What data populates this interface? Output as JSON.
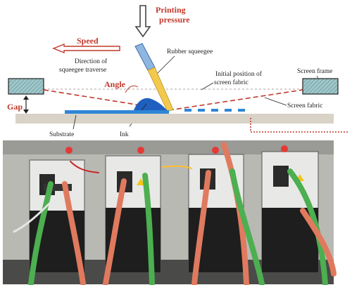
{
  "labels": {
    "printing_pressure": [
      "Printing",
      "pressure"
    ],
    "speed": "Speed",
    "direction": [
      "Direction of",
      "squeegee traverse"
    ],
    "rubber_squeegee": "Rubber squeegee",
    "angle": "Angle",
    "initial_position": [
      "Initial position of",
      "screen fabric"
    ],
    "screen_frame": "Screen frame",
    "gap": "Gap",
    "screen_fabric": "Screen fabric",
    "substrate": "Substrate",
    "ink": "Ink"
  },
  "colors": {
    "accent_red": "#c0392b",
    "squeegee_blue": "#8fb6e0",
    "squeegee_yellow": "#f2c94c",
    "ink_blue": "#1f5fbf",
    "substrate_blue": "#2f86d6",
    "substrate_grey": "#d9d3c7",
    "frame_fill": "#9fc6c9",
    "cable_orange": "#e07a5f",
    "cable_green": "#4caf50"
  },
  "photo": {
    "description_icons": [
      "servo-drive-unit-1",
      "servo-drive-unit-2",
      "servo-drive-unit-3",
      "servo-drive-unit-4"
    ]
  }
}
